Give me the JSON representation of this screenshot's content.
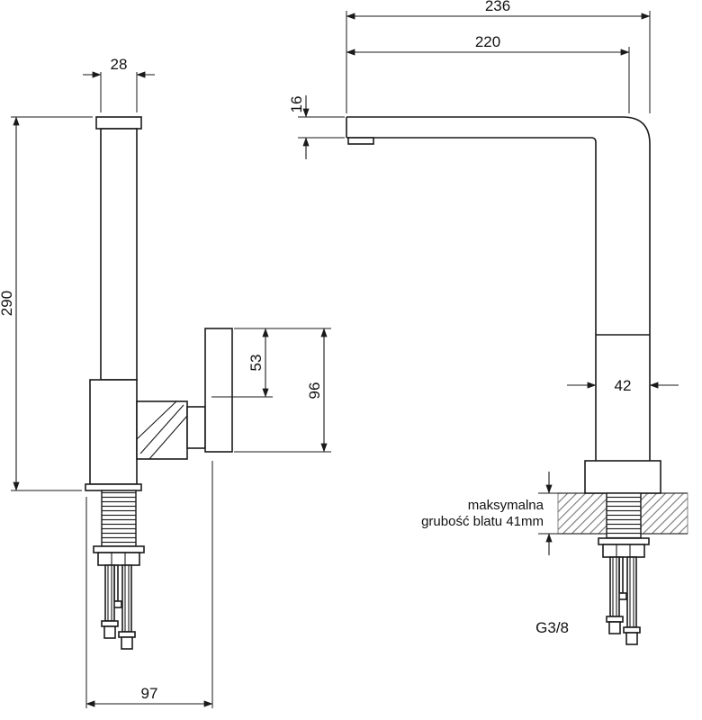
{
  "drawing": {
    "type": "technical-diagram",
    "subject": "kitchen faucet two-view dimensional drawing",
    "colors": {
      "line": "#1a1a1a",
      "hatch": "#777777",
      "background": "#ffffff"
    }
  },
  "dimensions": {
    "spout_column_width": "28",
    "total_height": "290",
    "base_depth": "97",
    "reach_outer": "236",
    "reach_inner": "220",
    "spout_thickness": "16",
    "handle_offset": "53",
    "handle_height": "96",
    "body_width": "42",
    "thread_size": "G3/8"
  },
  "notes": {
    "countertop_line1": "maksymalna",
    "countertop_line2": "grubość blatu 41mm"
  }
}
